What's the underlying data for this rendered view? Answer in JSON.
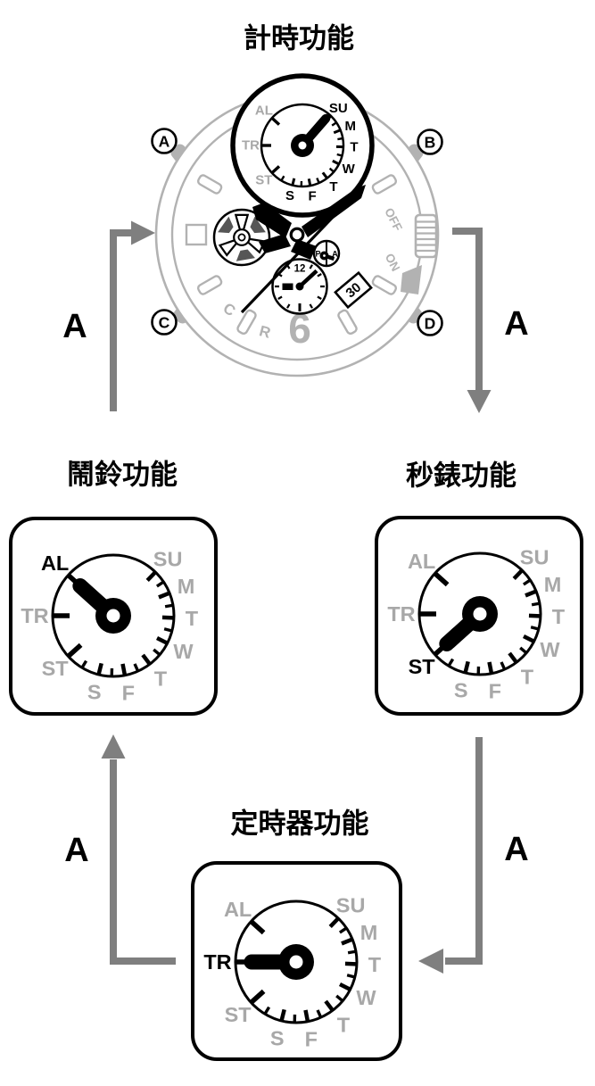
{
  "titles": {
    "timekeeping": "計時功能",
    "alarm": "鬧鈴功能",
    "stopwatch": "秒錶功能",
    "timer": "定時器功能"
  },
  "arrow_labels": {
    "top_left": "A",
    "top_right": "A",
    "bottom_left": "A",
    "bottom_right": "A"
  },
  "watch": {
    "buttons": [
      {
        "label": "A"
      },
      {
        "label": "B"
      },
      {
        "label": "C"
      },
      {
        "label": "D"
      }
    ],
    "crown": {
      "off": "OFF",
      "on": "ON"
    },
    "date": "30",
    "pa_indicator": {
      "left": "P",
      "right": "A"
    },
    "small_dial": {
      "label": "12"
    },
    "dial_text": {
      "c": "C",
      "r": "R",
      "six": "6"
    }
  },
  "mode_dial": {
    "labels": [
      {
        "text": "SU",
        "angle": 44,
        "type": "day"
      },
      {
        "text": "M",
        "angle": 68,
        "type": "day"
      },
      {
        "text": "T",
        "angle": 92,
        "type": "day"
      },
      {
        "text": "W",
        "angle": 117,
        "type": "day"
      },
      {
        "text": "T",
        "angle": 143,
        "type": "day"
      },
      {
        "text": "F",
        "angle": 169,
        "type": "day"
      },
      {
        "text": "S",
        "angle": 194,
        "type": "day"
      },
      {
        "text": "ST",
        "angle": 228,
        "type": "mode"
      },
      {
        "text": "TR",
        "angle": 270,
        "type": "mode"
      },
      {
        "text": "AL",
        "angle": 312,
        "type": "mode"
      }
    ]
  },
  "dials": {
    "timekeeping": {
      "active": "SU",
      "hand_angle": 41
    },
    "alarm": {
      "active": "AL",
      "hand_angle": 312
    },
    "stopwatch": {
      "active": "ST",
      "hand_angle": 228
    },
    "timer": {
      "active": "TR",
      "hand_angle": 270
    }
  },
  "colors": {
    "ink": "#000000",
    "label_gray": "#a8a8a8",
    "case_gray": "#b2b2b2",
    "arrow_gray": "#7f7f7f",
    "rotor_wedge": "#565656",
    "panel_bg": "#ffffff"
  }
}
